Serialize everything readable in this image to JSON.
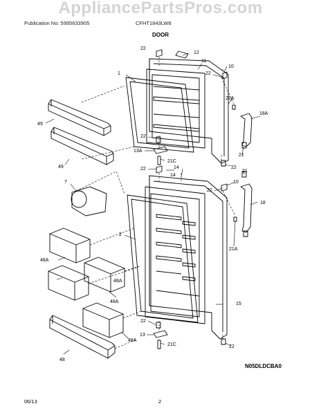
{
  "watermark": "AppliancePartsPros.com",
  "header": {
    "publication": "Publication No: 5995633905",
    "model": "CFHT1843LW8"
  },
  "section_title": "DOOR",
  "catalog_code": "N05DLDCBA0",
  "footer": {
    "date": "06/13",
    "page": "2"
  },
  "callouts": {
    "c22a": "22",
    "c12": "12",
    "c11": "11",
    "c10a": "10",
    "c22b": "22",
    "c1": "1",
    "c21Aa": "21A",
    "c18A": "18A",
    "c49a": "49",
    "c49b": "49",
    "c22c": "22",
    "c13A": "13A",
    "c21Ca": "21C",
    "c21a": "21",
    "c22d": "22",
    "c22e": "22",
    "c14a": "14",
    "c14b": "14",
    "c21b": "21",
    "c10b": "10",
    "c22f": "22",
    "c7": "7",
    "c18": "18",
    "c2": "2",
    "c21Ab": "21A",
    "c48Aa": "48A",
    "c48Ab": "48A",
    "c48Ac": "48A",
    "c15": "15",
    "c22g": "22",
    "c13": "13",
    "c21Cb": "21C",
    "c22h": "22",
    "c48": "48"
  }
}
